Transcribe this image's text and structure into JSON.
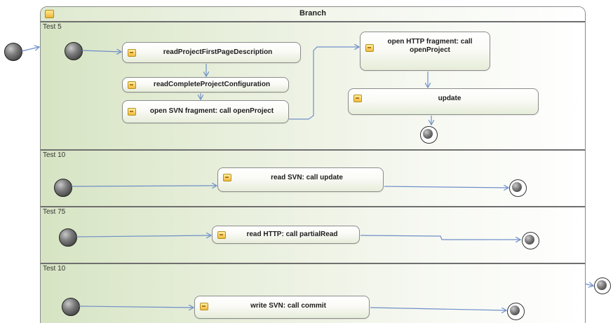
{
  "branch": {
    "title": "Branch",
    "lanes": [
      {
        "label": "Test 5"
      },
      {
        "label": "Test 10"
      },
      {
        "label": "Test 75"
      },
      {
        "label": "Test 10"
      }
    ]
  },
  "actions": {
    "read_first_page": "readProjectFirstPageDescription",
    "read_config": "readCompleteProjectConfiguration",
    "open_svn": "open SVN fragment: call openProject",
    "open_http": "open HTTP fragment: call openProject",
    "update": "update",
    "read_svn": "read SVN: call update",
    "read_http": "read HTTP: call partialRead",
    "write_svn": "write SVN: call commit"
  },
  "icons": {
    "header": "action-frame-icon",
    "action": "action-icon",
    "initial": "initial-node-icon",
    "final": "final-node-icon"
  },
  "colors": {
    "edge": "#6f8fc8",
    "lane_fill": "#d6e4c3",
    "border": "#6f6f6f"
  }
}
